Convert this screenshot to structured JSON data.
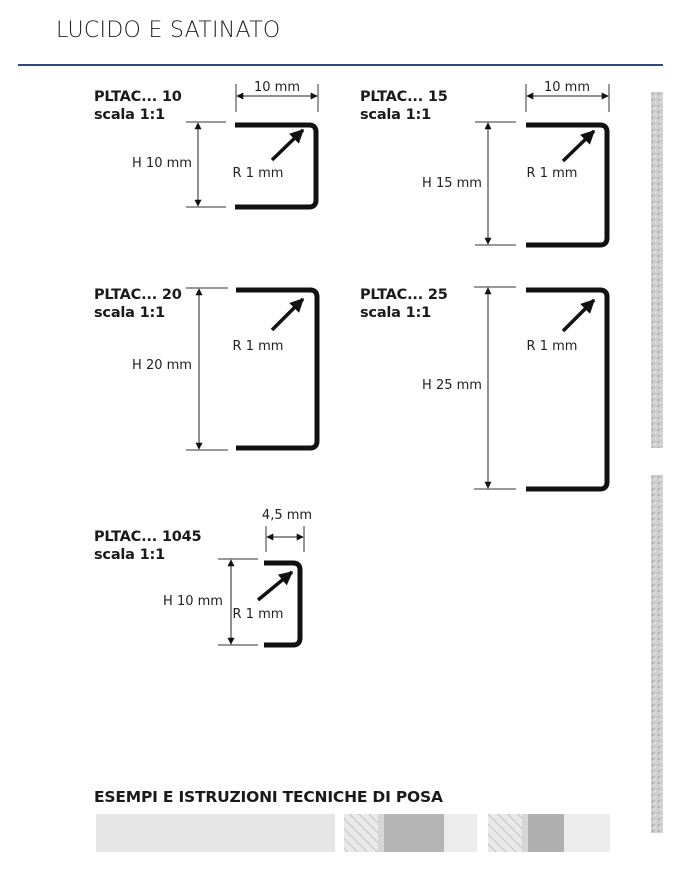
{
  "title": "LUCIDO E SATINATO",
  "profiles": [
    {
      "code": "PLTAC... 10",
      "scale": "scala 1:1",
      "width_label": "10 mm",
      "height_label": "H 10 mm",
      "radius_label": "R 1 mm"
    },
    {
      "code": "PLTAC... 15",
      "scale": "scala 1:1",
      "width_label": "10 mm",
      "height_label": "H 15 mm",
      "radius_label": "R 1 mm"
    },
    {
      "code": "PLTAC... 20",
      "scale": "scala 1:1",
      "height_label": "H 20 mm",
      "radius_label": "R 1 mm"
    },
    {
      "code": "PLTAC... 25",
      "scale": "scala 1:1",
      "height_label": "H 25 mm",
      "radius_label": "R 1 mm"
    },
    {
      "code": "PLTAC... 1045",
      "scale": "scala 1:1",
      "width_label": "4,5 mm",
      "height_label": "H 10 mm",
      "radius_label": "R 1 mm"
    }
  ],
  "section_heading": "ESEMPI E ISTRUZIONI TECNICHE DI POSA",
  "colors": {
    "header_rule": "#2a4a7c",
    "profile_stroke": "#111111"
  }
}
